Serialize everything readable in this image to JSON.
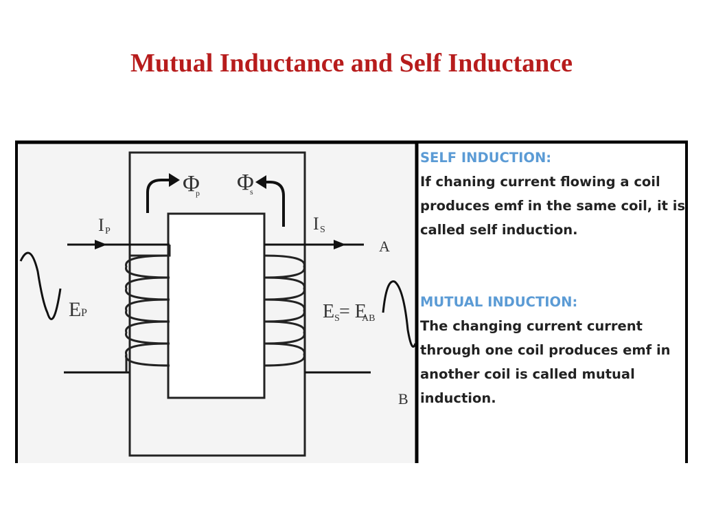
{
  "slide": {
    "title": "Mutual Inductance and Self Inductance"
  },
  "diagram": {
    "labels": {
      "flux_p": "Φ",
      "flux_p_sub": "p",
      "flux_s": "Φ",
      "flux_s_sub": "s",
      "ip": "I",
      "ip_sub": "P",
      "is": "I",
      "is_sub": "S",
      "ep": "E",
      "ep_sub": "P",
      "es": "E",
      "es_sub": "S",
      "es_eq": " = E",
      "es_eq_sub": "AB",
      "a": "A",
      "b": "B"
    }
  },
  "panel": {
    "self_heading": "SELF INDUCTION:",
    "self_lines": [
      " If chaning current flowing a coil",
      "produces emf in the same coil, it is",
      "called self induction."
    ],
    "mutual_heading": "MUTUAL INDUCTION:",
    "mutual_lines": [
      "The changing current current",
      "through one coil produces emf in",
      "another coil is called mutual",
      "induction."
    ],
    "colors": {
      "heading": "#5b9bd5",
      "title": "#b71c1c"
    }
  }
}
